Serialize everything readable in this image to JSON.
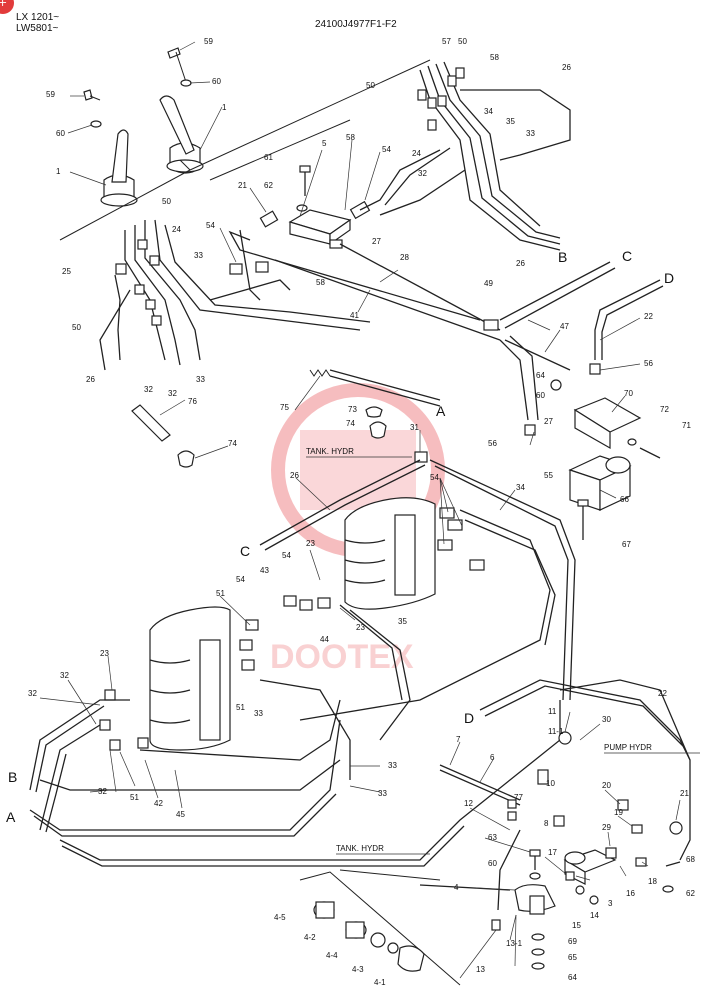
{
  "header": {
    "models": [
      "LX 1201~",
      "LW5801~"
    ],
    "drawing_number": "24100J4977F1-F2"
  },
  "watermark": {
    "color": "#e8464b",
    "text": "DOOTEX"
  },
  "connectors": {
    "a": "A",
    "b": "B",
    "c": "C",
    "d": "D"
  },
  "annotations": {
    "tank_hydr_upper": "TANK. HYDR",
    "tank_hydr_lower": "TANK. HYDR",
    "pump_hydr": "PUMP HYDR"
  },
  "part_labels": [
    "59",
    "60",
    "1",
    "59",
    "60",
    "1",
    "61",
    "62",
    "5",
    "58",
    "54",
    "21",
    "27",
    "54",
    "58",
    "28",
    "41",
    "24",
    "25",
    "50",
    "33",
    "26",
    "32",
    "32",
    "33",
    "50",
    "57",
    "50",
    "58",
    "26",
    "50",
    "34",
    "35",
    "33",
    "24",
    "32",
    "B",
    "C",
    "D",
    "49",
    "26",
    "47",
    "22",
    "56",
    "64",
    "60",
    "27",
    "70",
    "72",
    "71",
    "56",
    "55",
    "66",
    "67",
    "75",
    "76",
    "74",
    "73",
    "74",
    "31",
    "54",
    "26",
    "34",
    "23",
    "54",
    "43",
    "44",
    "23",
    "35",
    "51",
    "54",
    "23",
    "32",
    "32",
    "51",
    "33",
    "42",
    "45",
    "33",
    "33",
    "51",
    "32",
    "D",
    "22",
    "11",
    "11-1",
    "30",
    "7",
    "6",
    "10",
    "77",
    "12",
    "8",
    "20",
    "19",
    "21",
    "29",
    "17",
    "3",
    "16",
    "18",
    "68",
    "62",
    "63",
    "60",
    "4",
    "4-5",
    "4-2",
    "4-4",
    "4-3",
    "4-1",
    "13",
    "13-1",
    "69",
    "65",
    "64",
    "15",
    "14",
    "A",
    "B",
    "C",
    "A"
  ]
}
